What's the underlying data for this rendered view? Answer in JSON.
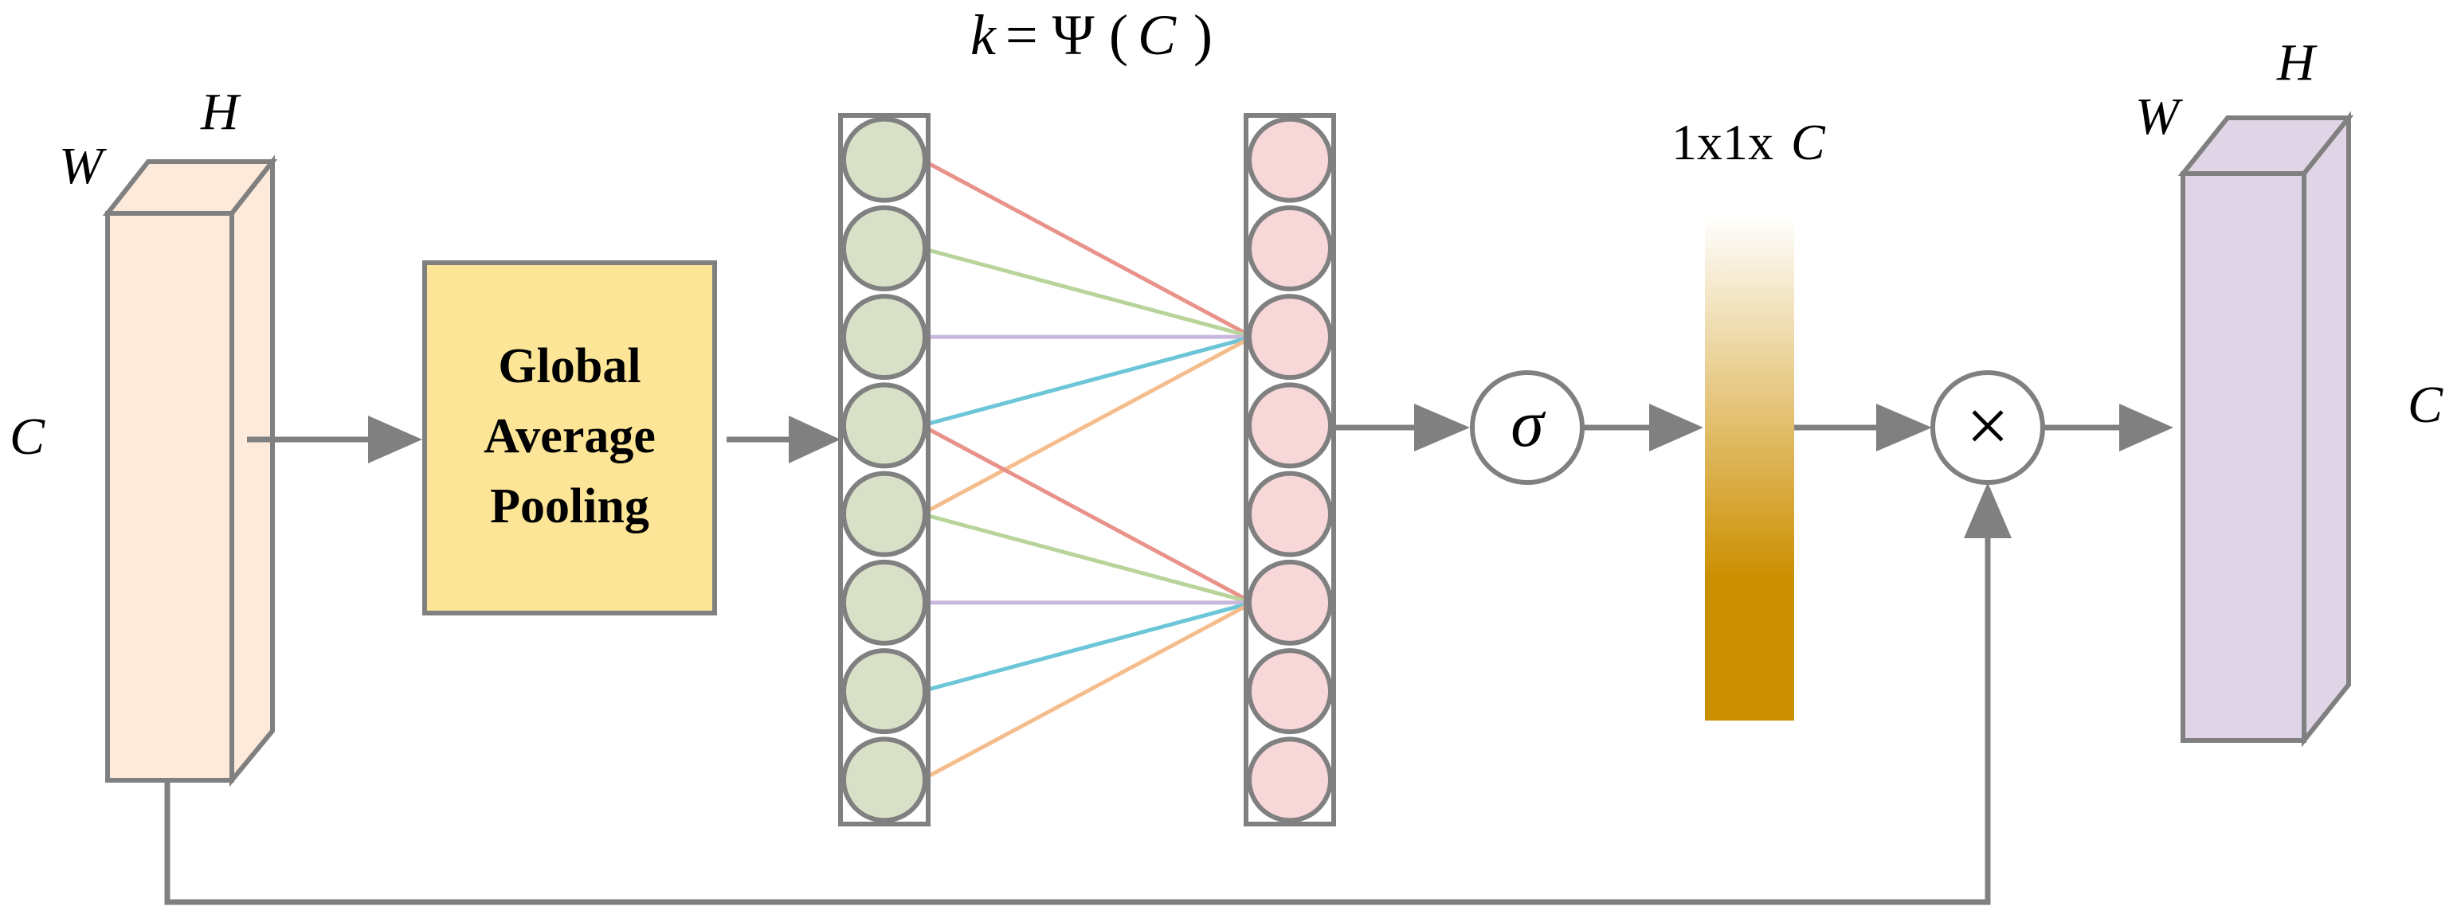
{
  "formula": {
    "k": "k",
    "eq": " = Ψ",
    "lparen": "(",
    "C": "C",
    "rparen": ")"
  },
  "input_tensor": {
    "W": "W",
    "H": "H",
    "C": "C",
    "color": "#fdeadb"
  },
  "gap_block": {
    "lines": [
      "Global",
      "Average",
      "Pooling"
    ],
    "color": "#fde597"
  },
  "conv_1d": {
    "left_nodes": 8,
    "right_nodes": 8,
    "left_color": "#d8e1c8",
    "right_color": "#f8d7d8",
    "line_colors": [
      "#e8928a",
      "#b8d49a",
      "#c9b8dc",
      "#6cc6d8",
      "#f6bd8c"
    ]
  },
  "sigmoid": {
    "symbol": "σ"
  },
  "attention": {
    "prefix": "1x1x",
    "C": "C",
    "color_top": "#ffffff",
    "color_bottom": "#cc8f00"
  },
  "multiply": {
    "symbol": "×"
  },
  "output_tensor": {
    "W": "W",
    "H": "H",
    "C": "C",
    "color": "#e0d5e7"
  },
  "stroke_color": "#808080"
}
